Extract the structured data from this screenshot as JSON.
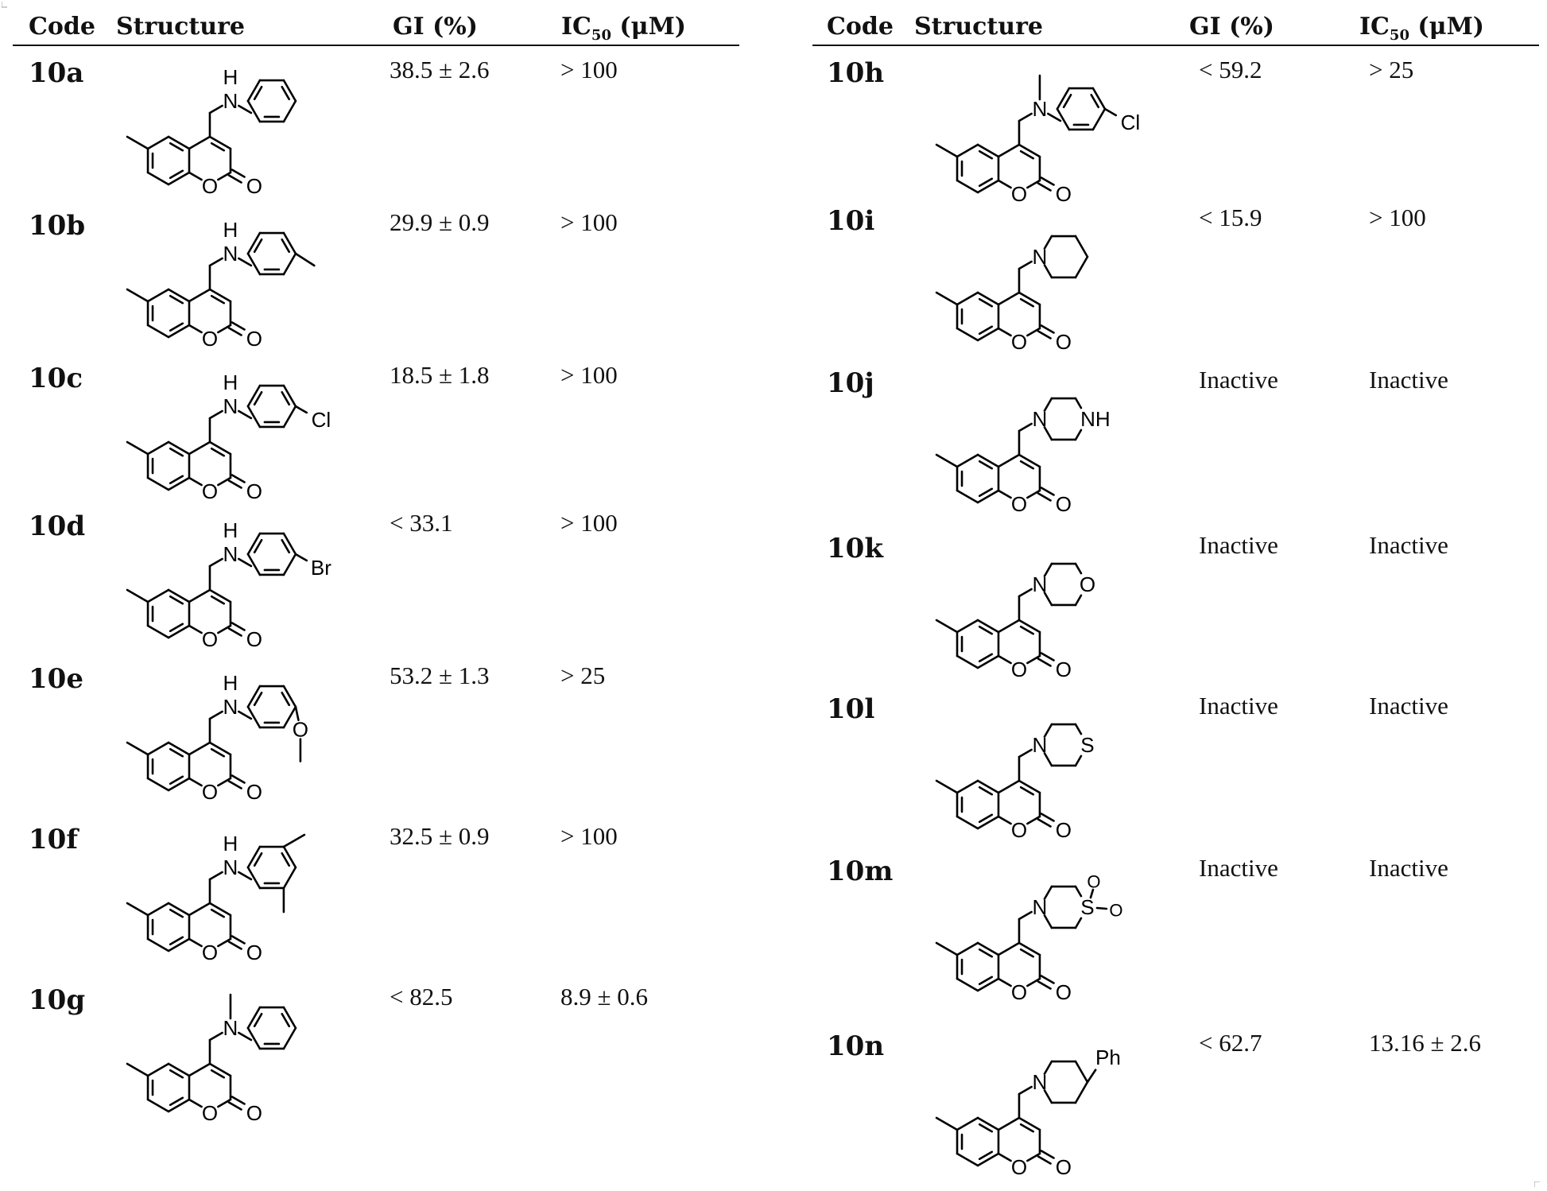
{
  "headers": {
    "code": "Code",
    "structure": "Structure",
    "gi": "GI (%)",
    "ic50_base": "IC",
    "ic50_sub": "50",
    "ic50_unit": " (μM)"
  },
  "left_rows": [
    {
      "code": "10a",
      "gi": "38.5 ± 2.6",
      "ic50": "> 100",
      "sub": "NH-phenyl",
      "labels": {
        "n": "N",
        "h": "H"
      }
    },
    {
      "code": "10b",
      "gi": "29.9 ± 0.9",
      "ic50": "> 100",
      "sub": "NH-4-methylphenyl",
      "labels": {
        "n": "N",
        "h": "H"
      }
    },
    {
      "code": "10c",
      "gi": "18.5 ± 1.8",
      "ic50": "> 100",
      "sub": "NH-4-chlorophenyl",
      "labels": {
        "n": "N",
        "h": "H",
        "x": "Cl"
      }
    },
    {
      "code": "10d",
      "gi": "< 33.1",
      "ic50": "> 100",
      "sub": "NH-4-bromophenyl",
      "labels": {
        "n": "N",
        "h": "H",
        "x": "Br"
      }
    },
    {
      "code": "10e",
      "gi": "53.2 ± 1.3",
      "ic50": "> 25",
      "sub": "NH-4-methoxyphenyl",
      "labels": {
        "n": "N",
        "h": "H",
        "x": "O"
      }
    },
    {
      "code": "10f",
      "gi": "32.5 ± 0.9",
      "ic50": "> 100",
      "sub": "NH-3,5-dimethylphenyl",
      "labels": {
        "n": "N",
        "h": "H"
      }
    },
    {
      "code": "10g",
      "gi": "< 82.5",
      "ic50": "8.9 ± 0.6",
      "sub": "N-methyl-N-phenyl",
      "labels": {
        "n": "N"
      }
    }
  ],
  "right_rows": [
    {
      "code": "10h",
      "gi": "< 59.2",
      "ic50": "> 25",
      "sub": "N-methyl-N-4-chlorophenyl",
      "labels": {
        "n": "N",
        "x": "Cl"
      }
    },
    {
      "code": "10i",
      "gi": "< 15.9",
      "ic50": "> 100",
      "sub": "piperidine",
      "labels": {
        "n": "N"
      }
    },
    {
      "code": "10j",
      "gi": "Inactive",
      "ic50": "Inactive",
      "sub": "piperazine",
      "labels": {
        "n": "N",
        "x": "NH"
      }
    },
    {
      "code": "10k",
      "gi": "Inactive",
      "ic50": "Inactive",
      "sub": "morpholine",
      "labels": {
        "n": "N",
        "x": "O"
      }
    },
    {
      "code": "10l",
      "gi": "Inactive",
      "ic50": "Inactive",
      "sub": "thiomorpholine",
      "labels": {
        "n": "N",
        "x": "S"
      }
    },
    {
      "code": "10m",
      "gi": "Inactive",
      "ic50": "Inactive",
      "sub": "thiomorpholine dioxide",
      "labels": {
        "n": "N",
        "x": "S",
        "o1": "O",
        "o2": "O"
      }
    },
    {
      "code": "10n",
      "gi": "< 62.7",
      "ic50": "13.16 ± 2.6",
      "sub": "4-phenylpiperidine",
      "labels": {
        "n": "N",
        "x": "Ph"
      }
    }
  ],
  "coumarin_labels": {
    "ring_o": "O",
    "carbonyl_o": "O"
  }
}
